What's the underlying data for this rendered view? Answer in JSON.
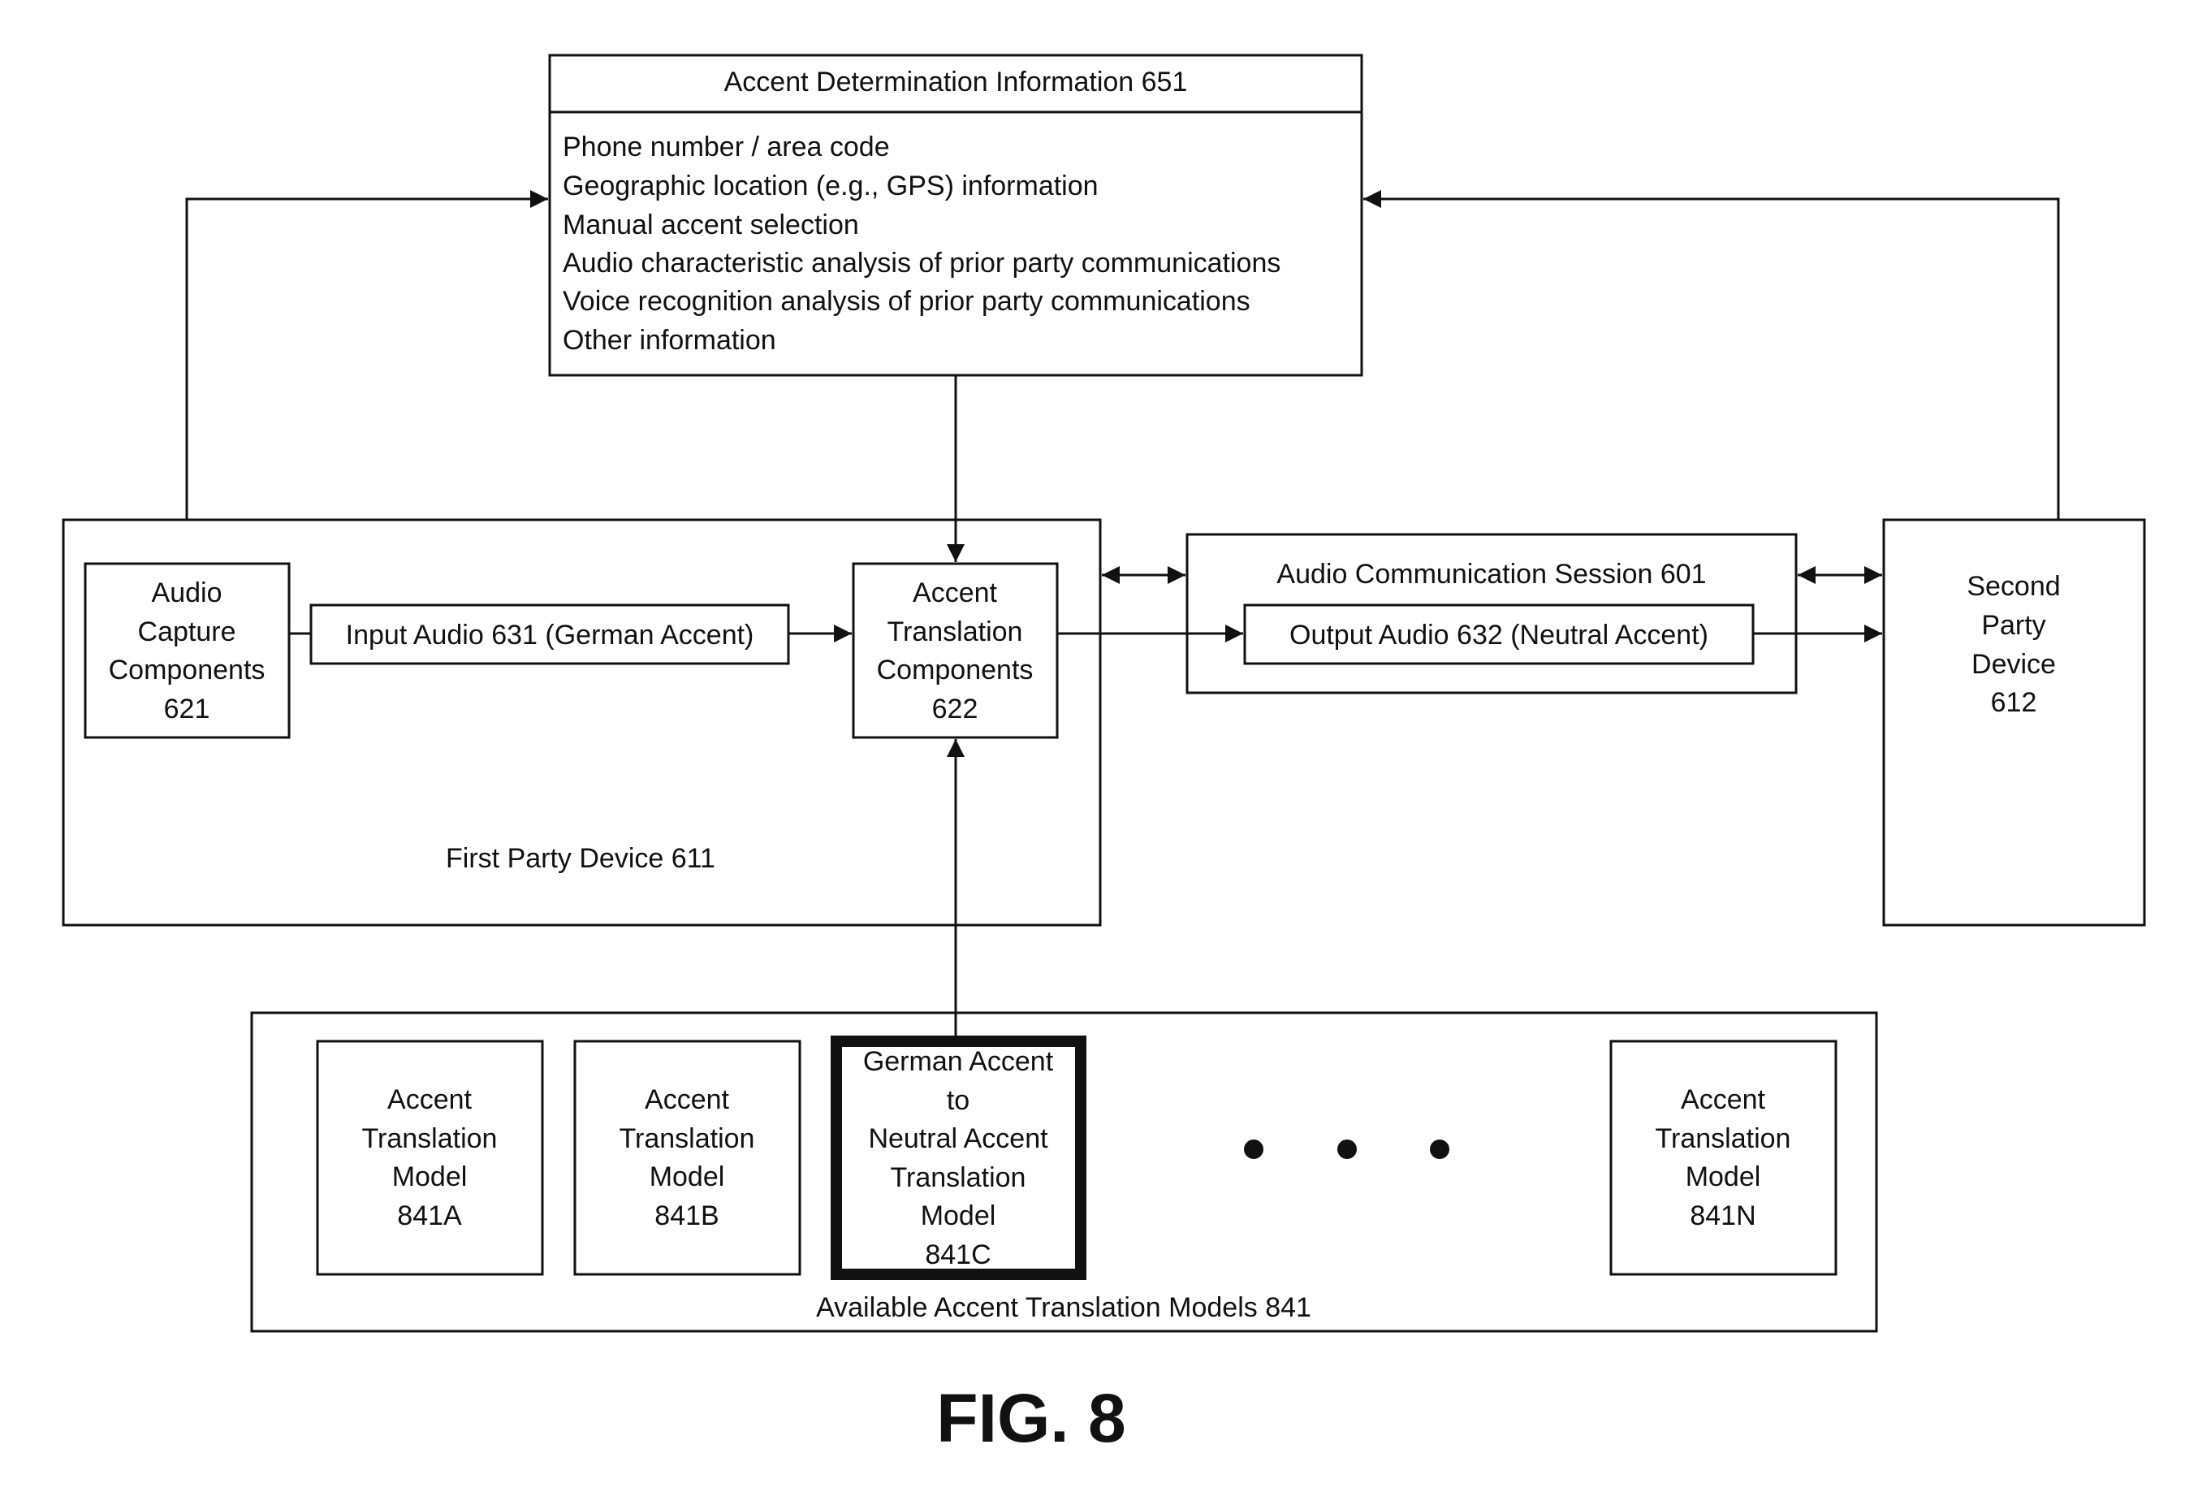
{
  "accent_info": {
    "title": "Accent Determination Information 651",
    "items": [
      "Phone number / area code",
      "Geographic location (e.g., GPS) information",
      "Manual accent selection",
      "Audio characteristic analysis of prior party communications",
      "Voice recognition analysis of prior party communications",
      "Other information"
    ]
  },
  "first_party": {
    "label": "First Party Device 611",
    "audio_capture": [
      "Audio",
      "Capture",
      "Components",
      "621"
    ],
    "input_audio": "Input Audio 631 (German Accent)",
    "translation_components": [
      "Accent",
      "Translation",
      "Components",
      "622"
    ]
  },
  "session": {
    "title": "Audio Communication Session 601",
    "output_audio": "Output Audio 632 (Neutral Accent)"
  },
  "second_party": {
    "lines": [
      "Second",
      "Party",
      "Device",
      "612"
    ]
  },
  "models": {
    "label": "Available Accent Translation Models 841",
    "model_a": [
      "Accent",
      "Translation",
      "Model",
      "841A"
    ],
    "model_b": [
      "Accent",
      "Translation",
      "Model",
      "841B"
    ],
    "model_c": [
      "German Accent",
      "to",
      "Neutral Accent",
      "Translation",
      "Model",
      "841C"
    ],
    "model_n": [
      "Accent",
      "Translation",
      "Model",
      "841N"
    ],
    "ellipsis_icon": "three-dots"
  },
  "figure_label": "FIG. 8"
}
